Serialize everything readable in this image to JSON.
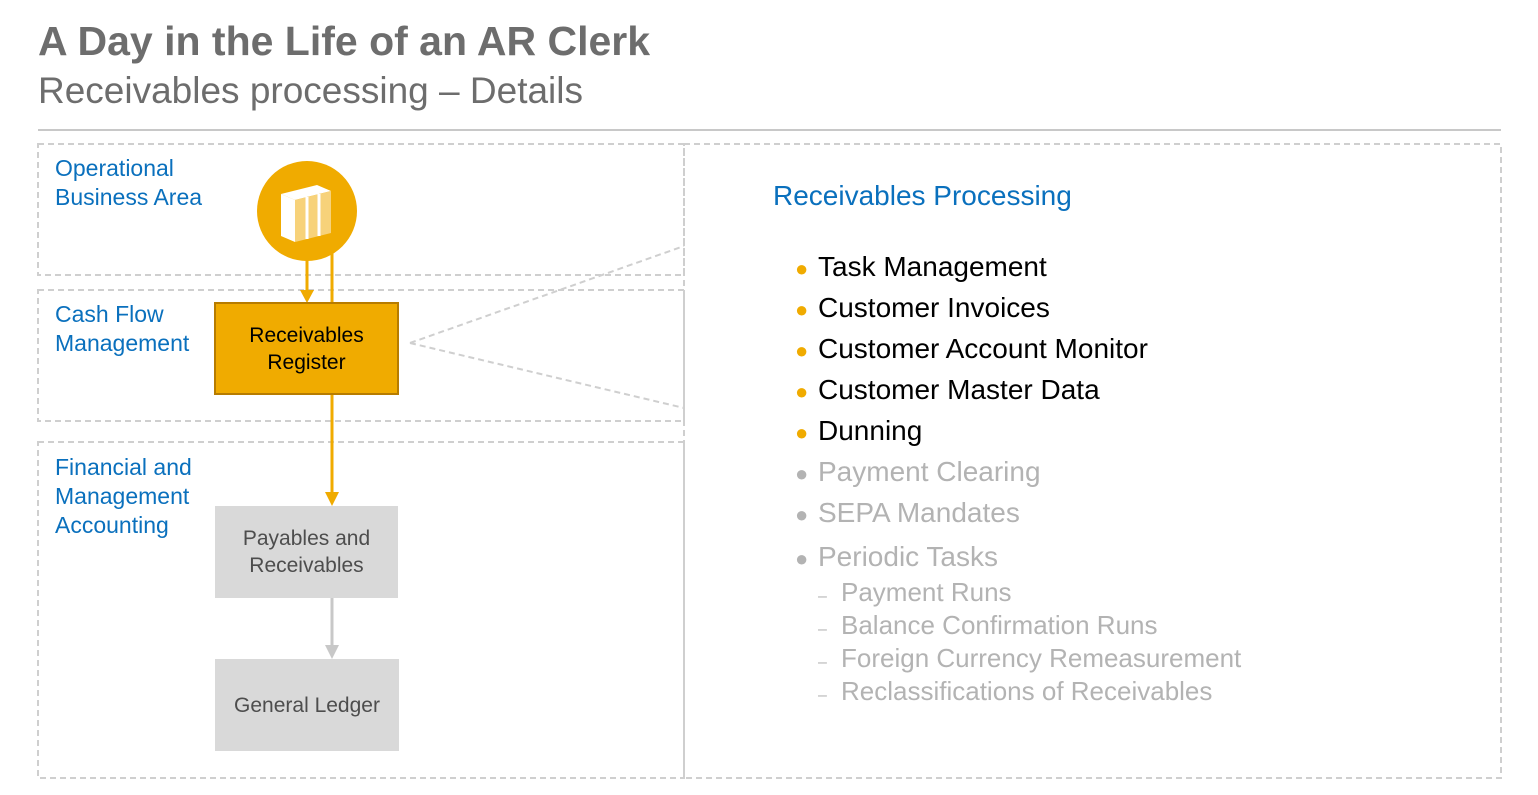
{
  "header": {
    "title": "A Day in the Life of an AR Clerk",
    "subtitle": "Receivables processing – Details"
  },
  "zones": {
    "operational": "Operational\nBusiness Area",
    "cash_flow": "Cash Flow\nManagement",
    "financial": "Financial and\nManagement\nAccounting"
  },
  "boxes": {
    "receivables_register": "Receivables\nRegister",
    "payables_receivables": "Payables and\nReceivables",
    "general_ledger": "General Ledger"
  },
  "icons": {
    "operational_icon": "package-icon"
  },
  "colors": {
    "accent": "#f0ab00",
    "link_blue": "#0a70bd",
    "muted": "#b3b3b3",
    "box_gray": "#d9d9d9"
  },
  "detail": {
    "title": "Receivables Processing",
    "items": [
      {
        "label": "Task Management",
        "active": true
      },
      {
        "label": "Customer Invoices",
        "active": true
      },
      {
        "label": "Customer Account Monitor",
        "active": true
      },
      {
        "label": "Customer Master Data",
        "active": true
      },
      {
        "label": "Dunning",
        "active": true
      },
      {
        "label": "Payment Clearing",
        "active": false
      },
      {
        "label": "SEPA Mandates",
        "active": false
      },
      {
        "label": "Periodic Tasks",
        "active": false
      }
    ],
    "sub_items": [
      "Payment Runs",
      "Balance Confirmation Runs",
      "Foreign Currency Remeasurement",
      "Reclassifications of Receivables"
    ]
  }
}
